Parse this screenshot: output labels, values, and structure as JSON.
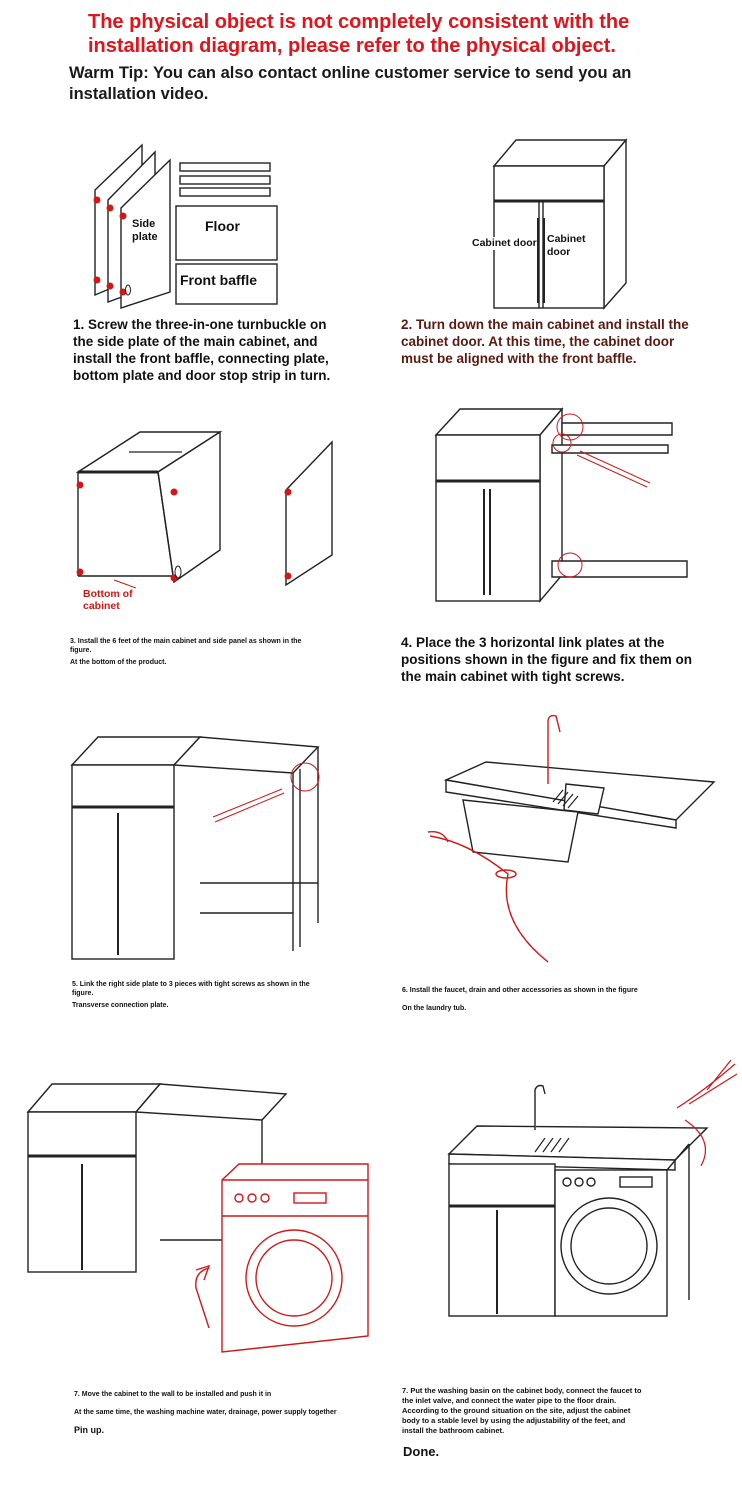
{
  "header": {
    "warning_line1": "The physical object is not completely consistent with the",
    "warning_line2": "installation diagram, please refer to the physical object.",
    "tip_line1": "Warm Tip: You can also contact online customer service to send you an",
    "tip_line2": "installation video."
  },
  "step1": {
    "labels": {
      "side_plate_1": "Side",
      "side_plate_2": "plate",
      "floor": "Floor",
      "front_baffle": "Front baffle"
    },
    "caption": [
      "1. Screw the three-in-one turnbuckle on",
      "the side plate of the main cabinet, and",
      "install the front baffle, connecting plate,",
      "bottom plate and door stop strip in turn."
    ]
  },
  "step2": {
    "labels": {
      "cabinet_door_left": "Cabinet door",
      "cabinet_door_right_1": "Cabinet",
      "cabinet_door_right_2": "door"
    },
    "caption": [
      "2. Turn down the main cabinet and install the",
      "cabinet door. At this time, the cabinet door",
      "must be aligned with the front baffle."
    ]
  },
  "step3": {
    "labels": {
      "bottom_1": "Bottom of",
      "bottom_2": "cabinet"
    },
    "caption_small_1": "3. Install the 6 feet of the main cabinet and side panel as shown in the",
    "caption_small_2": "figure.",
    "caption_small_3": "At the bottom of the product."
  },
  "step4": {
    "caption": [
      "4. Place the 3 horizontal link plates at the",
      "positions shown in the figure and fix them on",
      "the main cabinet with tight screws."
    ]
  },
  "step5": {
    "caption_small_1": "5. Link the right side plate to 3 pieces with tight screws as shown in the",
    "caption_small_2": "figure.",
    "caption_small_3": "Transverse connection plate."
  },
  "step6": {
    "caption_small_1": "6. Install the faucet, drain and other accessories as shown in the figure",
    "caption_small_2": "On the laundry tub."
  },
  "step7a": {
    "caption_small_1": "7. Move the cabinet to the wall to be installed and push it in",
    "caption_small_2": "At the same time, the washing machine water, drainage, power supply together",
    "caption_small_3": "Pin up."
  },
  "step7b": {
    "caption_small": [
      "7. Put the washing basin on the cabinet body, connect the faucet to",
      "the inlet valve, and connect the water pipe to the floor drain.",
      "According to the ground situation on the site, adjust the cabinet",
      "body to a stable level by using the adjustability of the feet, and",
      "install the bathroom cabinet."
    ],
    "done": "Done."
  },
  "colors": {
    "warning_red": "#e0141b",
    "marker_red": "#d01818",
    "caption_brown": "#5a1a12",
    "line_dark": "#222222"
  }
}
